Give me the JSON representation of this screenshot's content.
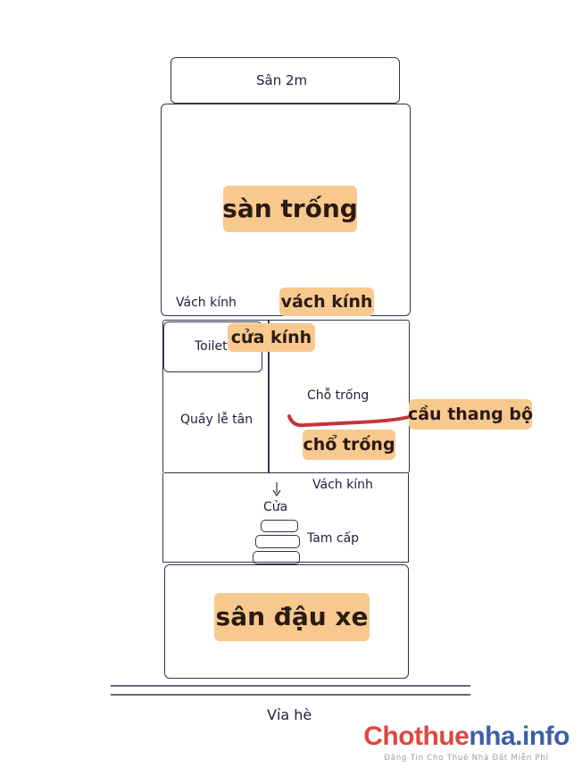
{
  "rooms": {
    "yard_top": "Sân 2m",
    "glass_wall_left": "Vách kính",
    "toilet": "Toilet",
    "empty_space": "Chỗ trống",
    "reception": "Quầy lễ tân",
    "glass_wall_mid": "Vách kính",
    "door": "Cửa",
    "steps": "Tam cấp",
    "sidewalk": "Vỉa hè"
  },
  "annotations": {
    "empty_floor": "sàn trống",
    "glass_wall": "vách kính",
    "glass_door": "cửa kính",
    "stairs": "cầu thang bộ",
    "empty_spot": "chổ trống",
    "parking": "sân đậu xe"
  },
  "brand": {
    "name_part1": "Chothue",
    "name_part2": "nha.info",
    "tagline": "Đăng Tin Cho Thuê Nhà Đất Miễn Phí"
  },
  "colors": {
    "highlight": "#f8c98f",
    "stair_line": "#c8323a",
    "brand_red": "#e0463f",
    "brand_blue": "#3b5fa8"
  }
}
